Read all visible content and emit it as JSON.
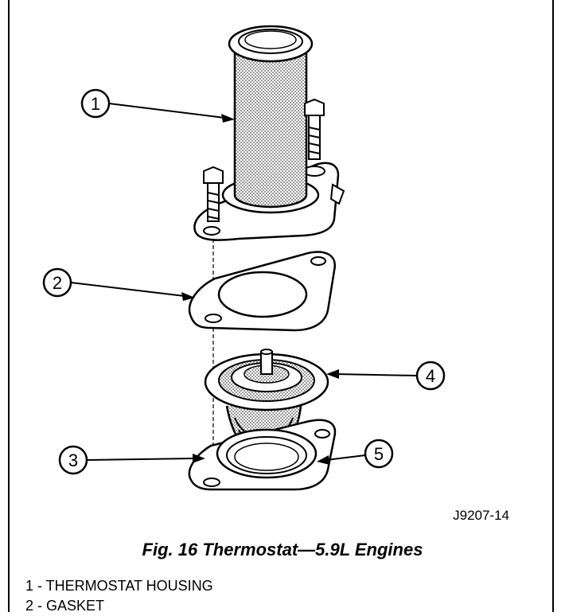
{
  "figure": {
    "code": "J9207-14",
    "caption": "Fig. 16 Thermostat—5.9L Engines"
  },
  "callouts": [
    "1",
    "2",
    "3",
    "4",
    "5"
  ],
  "legend": [
    "1 - THERMOSTAT HOUSING",
    "2 - GASKET"
  ],
  "colors": {
    "ink": "#000000",
    "fill": "#c8c8c8",
    "paper": "#ffffff"
  }
}
